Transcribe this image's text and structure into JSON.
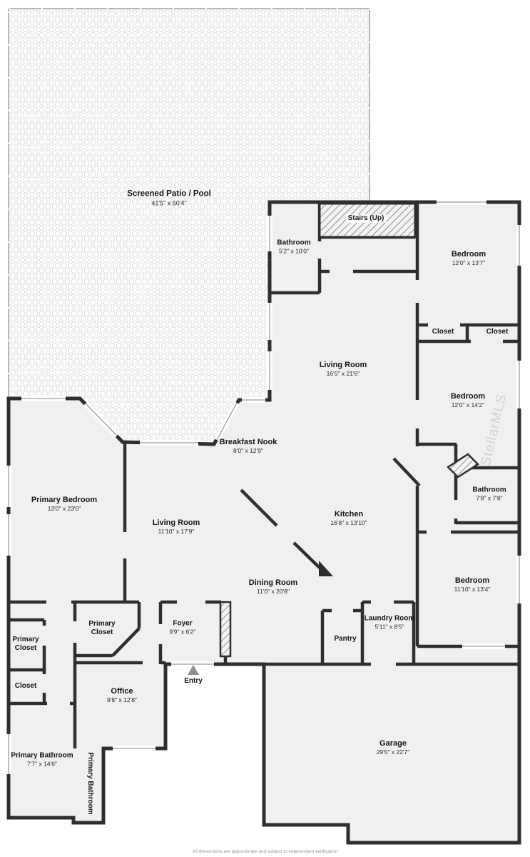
{
  "meta": {
    "watermark": "StellarMLS",
    "disclaimer": "All dimensions are approximate and subject to independent verification"
  },
  "colors": {
    "wall": "#2e2e2e",
    "room_fill": "#f0f0f0",
    "patio_border": "#b5b5b5",
    "hatch_line": "#777777",
    "entry_marker": "#8f8f8f"
  },
  "rooms": [
    {
      "name": "Screened Patio / Pool",
      "dims": "41'5\" x 50'4\""
    },
    {
      "name": "Bathroom",
      "dims": "5'2\" x 10'0\""
    },
    {
      "name": "Stairs (Up)"
    },
    {
      "name": "Bedroom",
      "dims": "12'0\" x 13'7\""
    },
    {
      "name": "Closet"
    },
    {
      "name": "Closet"
    },
    {
      "name": "Living Room",
      "dims": "16'5\" x 21'6\""
    },
    {
      "name": "Bedroom",
      "dims": "12'0\" x 14'2\""
    },
    {
      "name": "Breakfast Nook",
      "dims": "8'0\" x 12'9\""
    },
    {
      "name": "Bathroom",
      "dims": "7'8\" x 7'8\""
    },
    {
      "name": "Primary Bedroom",
      "dims": "13'0\" x 23'0\""
    },
    {
      "name": "Living Room",
      "dims": "11'10\" x 17'9\""
    },
    {
      "name": "Kitchen",
      "dims": "16'8\" x 13'10\""
    },
    {
      "name": "Bedroom",
      "dims": "11'10\" x 13'4\""
    },
    {
      "name": "Dining Room",
      "dims": "11'0\" x 20'8\""
    },
    {
      "name": "Laundry Room",
      "dims": "5'11\" x 8'5\""
    },
    {
      "name": "Primary Closet"
    },
    {
      "name": "Foyer",
      "dims": "9'9\" x 6'2\""
    },
    {
      "name": "Primary Closet"
    },
    {
      "name": "Pantry"
    },
    {
      "name": "Closet"
    },
    {
      "name": "Office",
      "dims": "9'8\" x 12'8\""
    },
    {
      "name": "Entry"
    },
    {
      "name": "Primary Bathroom",
      "dims": "7'7\" x 14'6\""
    },
    {
      "name": "Primary Bathroom"
    },
    {
      "name": "Garage",
      "dims": "29'5\" x 22'7\""
    }
  ]
}
